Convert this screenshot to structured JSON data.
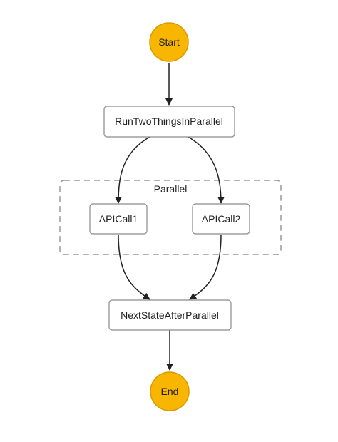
{
  "diagram": {
    "start_label": "Start",
    "end_label": "End",
    "parallel_group_label": "Parallel",
    "states": {
      "run_two_things": "RunTwoThingsInParallel",
      "api_call_1": "APICall1",
      "api_call_2": "APICall2",
      "next_state": "NextStateAfterParallel"
    }
  },
  "colors": {
    "terminal_fill": "#F8B600",
    "terminal_stroke": "#D79B00",
    "state_fill": "#FFFFFF",
    "state_stroke": "#8A8A8A",
    "group_stroke": "#999999",
    "edge": "#222222"
  }
}
